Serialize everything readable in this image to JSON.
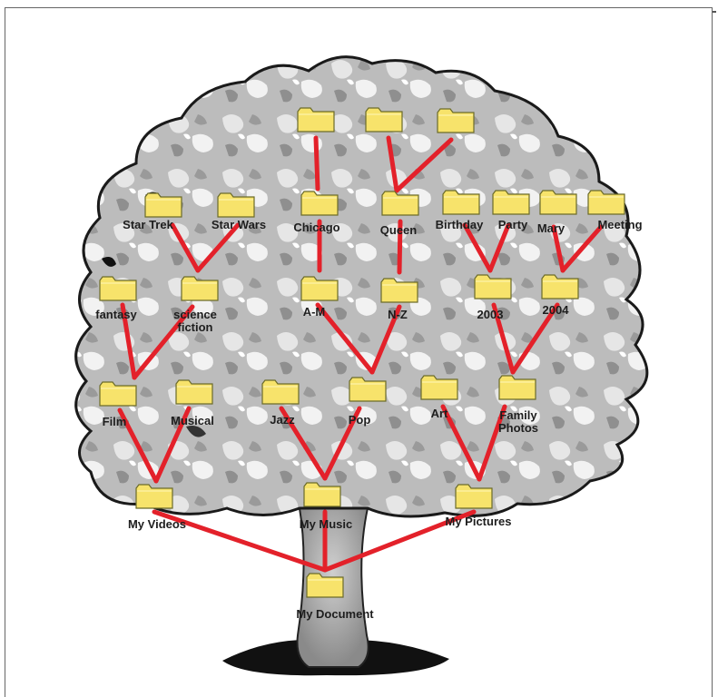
{
  "colors": {
    "edge": "#e3212a",
    "folder_fill": "#f7e36b",
    "folder_stroke": "#6b6b2a",
    "tree_gray": "#bdbdbd"
  },
  "folders": {
    "root": {
      "label": "My Document"
    },
    "videos": {
      "label": "My Videos"
    },
    "music": {
      "label": "My Music"
    },
    "pictures": {
      "label": "My Pictures"
    },
    "film": {
      "label": "Film"
    },
    "musical": {
      "label": "Musical"
    },
    "jazz": {
      "label": "Jazz"
    },
    "pop": {
      "label": "Pop"
    },
    "art": {
      "label": "Art"
    },
    "family": {
      "label": "Family Photos",
      "lines": [
        "Family",
        "Photos"
      ]
    },
    "fantasy": {
      "label": "fantasy"
    },
    "scifi": {
      "label": "science fiction",
      "lines": [
        "science",
        "fiction"
      ]
    },
    "am": {
      "label": "A-M"
    },
    "nz": {
      "label": "N-Z"
    },
    "y2003": {
      "label": "2003"
    },
    "y2004": {
      "label": "2004"
    },
    "startrek": {
      "label": "Star Trek"
    },
    "starwars": {
      "label": "Star Wars"
    },
    "chicago": {
      "label": "Chicago"
    },
    "queen": {
      "label": "Queen"
    },
    "birthday": {
      "label": "Birthday"
    },
    "party": {
      "label": "Party"
    },
    "mary": {
      "label": "Mary"
    },
    "meeting": {
      "label": "Meeting"
    },
    "top1": {
      "label": ""
    },
    "top2": {
      "label": ""
    },
    "top3": {
      "label": ""
    }
  },
  "edges": [
    [
      "root",
      "videos"
    ],
    [
      "root",
      "music"
    ],
    [
      "root",
      "pictures"
    ],
    [
      "videos",
      "film"
    ],
    [
      "videos",
      "musical"
    ],
    [
      "music",
      "jazz"
    ],
    [
      "music",
      "pop"
    ],
    [
      "pictures",
      "art"
    ],
    [
      "pictures",
      "family"
    ],
    [
      "film",
      "fantasy"
    ],
    [
      "film",
      "scifi"
    ],
    [
      "pop",
      "am"
    ],
    [
      "pop",
      "nz"
    ],
    [
      "family",
      "y2003"
    ],
    [
      "family",
      "y2004"
    ],
    [
      "scifi",
      "startrek"
    ],
    [
      "scifi",
      "starwars"
    ],
    [
      "am",
      "chicago"
    ],
    [
      "nz",
      "queen"
    ],
    [
      "y2003",
      "birthday"
    ],
    [
      "y2003",
      "party"
    ],
    [
      "y2004",
      "mary"
    ],
    [
      "y2004",
      "meeting"
    ],
    [
      "chicago",
      "top1"
    ],
    [
      "queen",
      "top2"
    ],
    [
      "queen",
      "top3"
    ]
  ]
}
